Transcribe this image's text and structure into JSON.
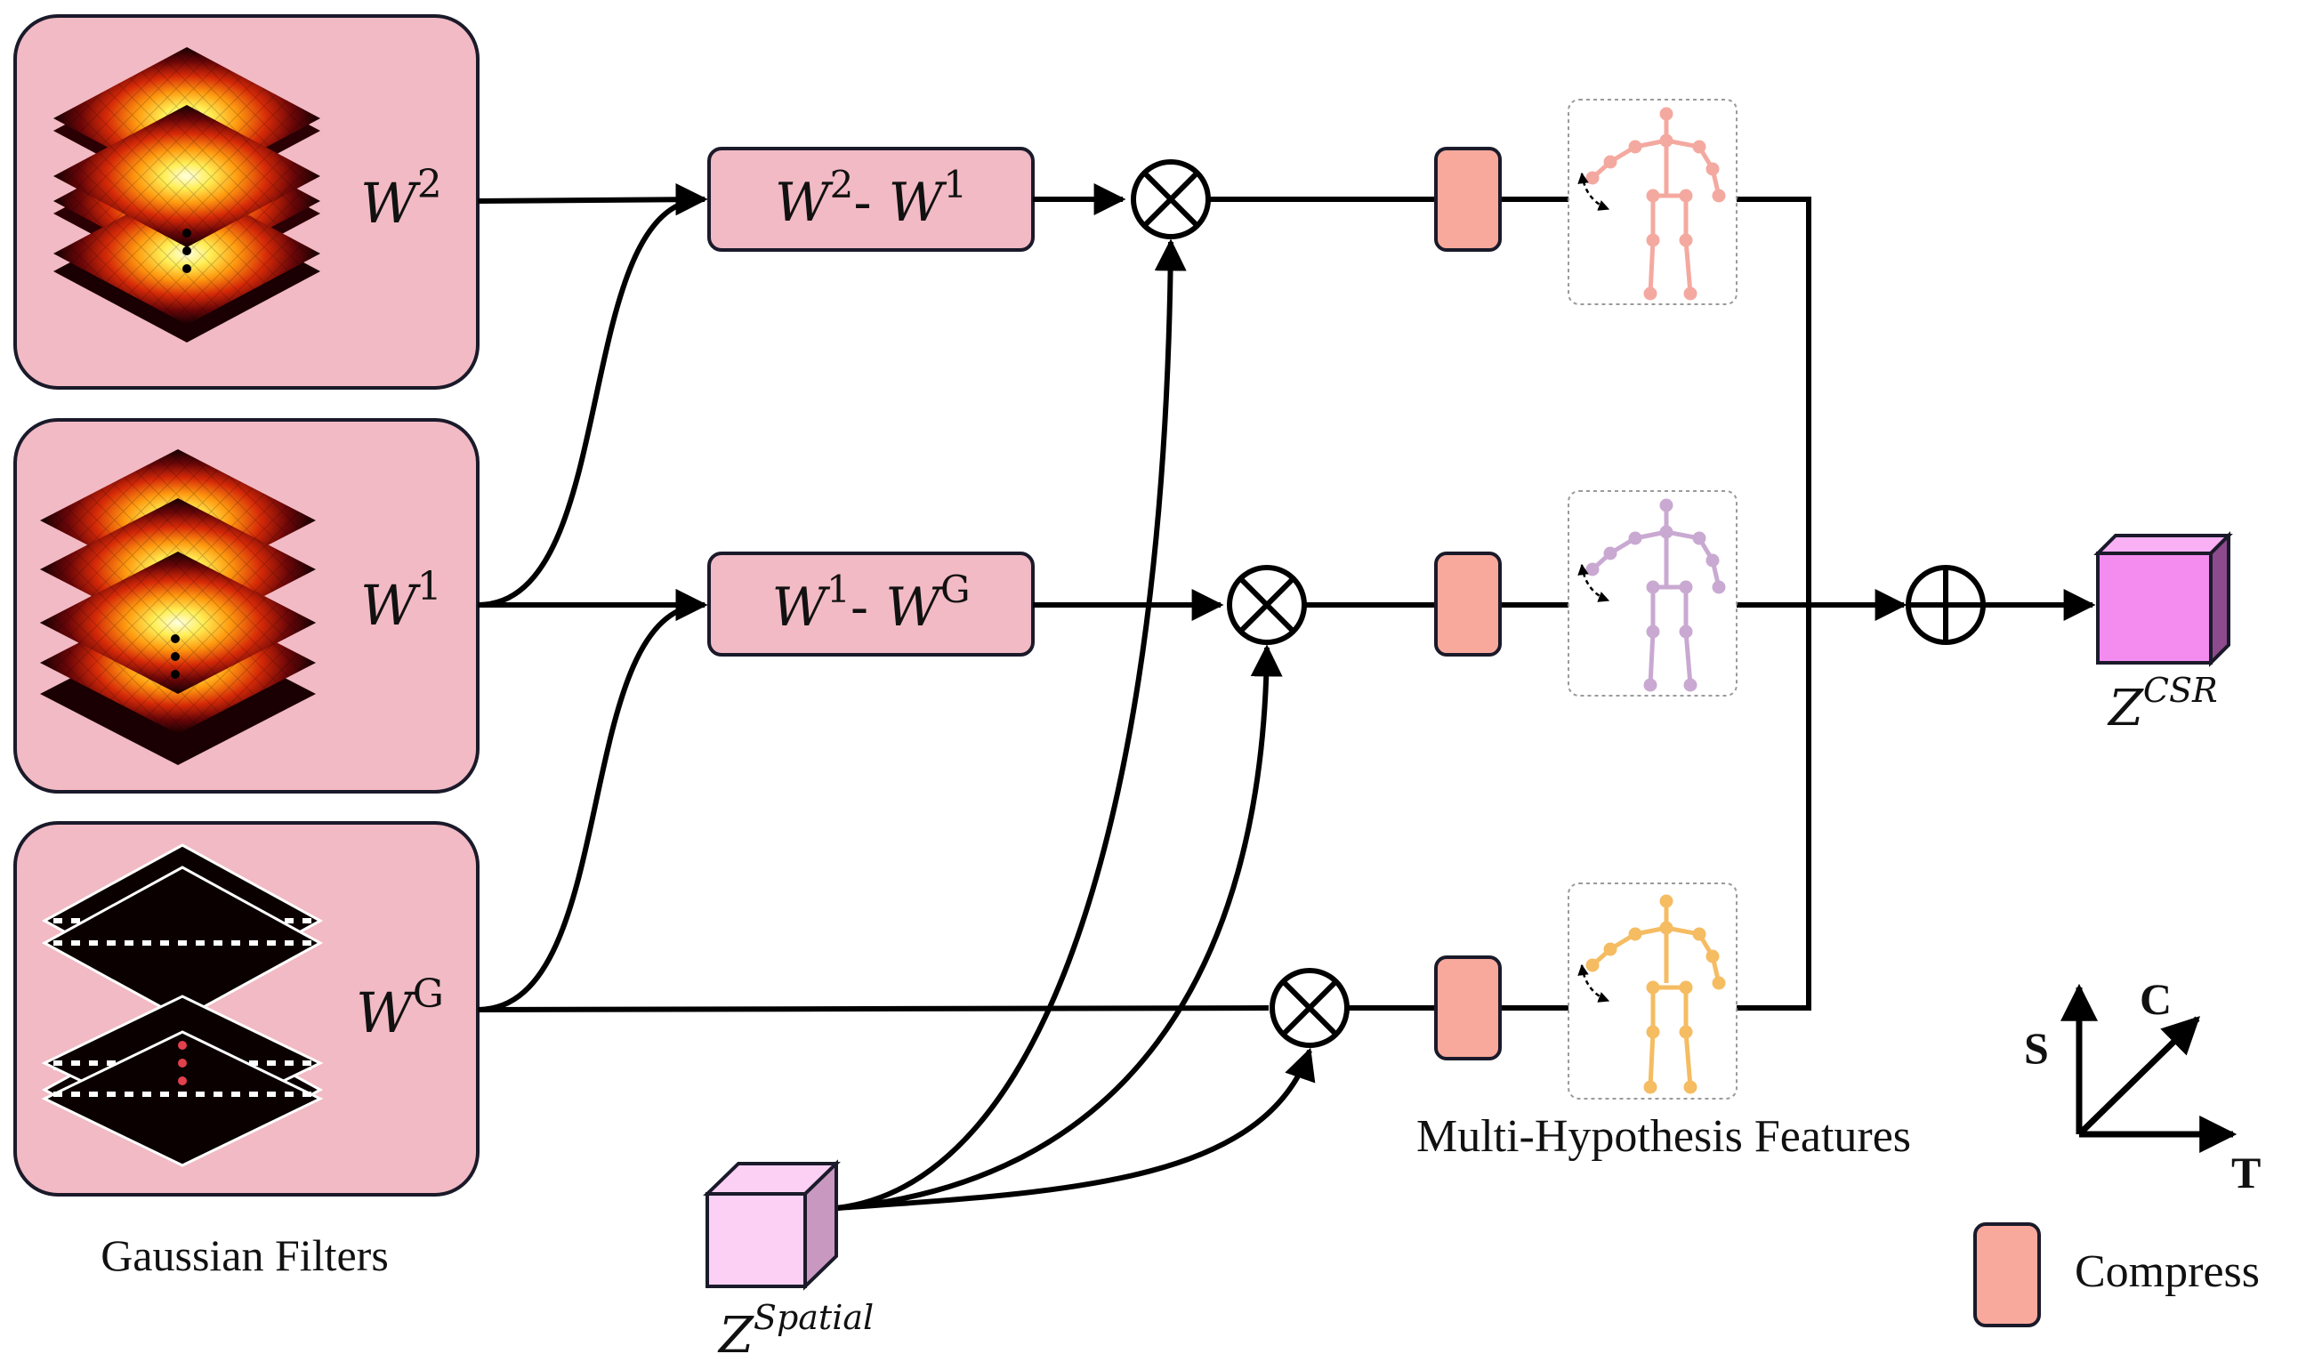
{
  "gaussian_filters": {
    "caption": "Gaussian Filters",
    "w2": {
      "base": "W",
      "sup": "2"
    },
    "w1": {
      "base": "W",
      "sup": "1"
    },
    "wg": {
      "base": "W",
      "sup": "G"
    }
  },
  "diff_boxes": {
    "top": {
      "a_base": "W",
      "a_sup": "2",
      "sep": "- ",
      "b_base": "W",
      "b_sup": "1"
    },
    "mid": {
      "a_base": "W",
      "a_sup": "1",
      "sep": "- ",
      "b_base": "W",
      "b_sup": "G"
    }
  },
  "spatial_cube": {
    "base": "Z",
    "sup": "Spatial"
  },
  "output_cube": {
    "base": "Z",
    "sup": "CSR"
  },
  "features_caption": "Multi-Hypothesis Features",
  "axes": {
    "s": "S",
    "c": "C",
    "t": "T"
  },
  "legend": {
    "compress": "Compress"
  },
  "colors": {
    "filter_box": "#f2bac4",
    "compress": "#f8a99c",
    "skeleton_top": "#f4a9a0",
    "skeleton_mid": "#c9a9d1",
    "skeleton_bot": "#f5bc62",
    "spatial_cube": "#fbd0f4",
    "output_cube": "#f48bef"
  }
}
